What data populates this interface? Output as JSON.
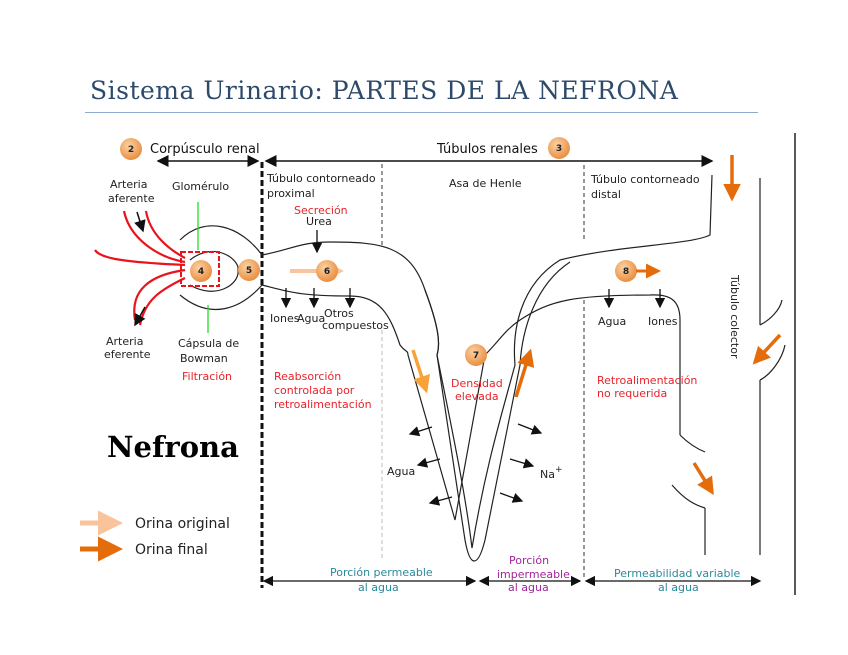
{
  "title": "Sistema Urinario: PARTES DE LA NEFRONA",
  "sections": {
    "corpusculo": {
      "badge": "2",
      "label": "Corpúsculo renal"
    },
    "tubulos": {
      "badge": "3",
      "label": "Túbulos renales"
    }
  },
  "segments": {
    "proximal": [
      "Túbulo contorneado",
      "proximal"
    ],
    "henle": "Asa de Henle",
    "distal": [
      "Túbulo contorneado",
      "distal"
    ],
    "colector": "Túbulo colector"
  },
  "corpuscle_labels": {
    "arteria_aferente": [
      "Arteria",
      "aferente"
    ],
    "arteria_eferente": [
      "Arteria",
      "eferente"
    ],
    "glomerulo": "Glomérulo",
    "capsula": [
      "Cápsula de",
      "Bowman"
    ],
    "filtracion": "Filtración"
  },
  "badges": {
    "b4": "4",
    "b5": "5",
    "b6": "6",
    "b7": "7",
    "b8": "8"
  },
  "proximal_labels": {
    "secrecion": "Secreción",
    "urea": "Urea",
    "iones": "Iones",
    "agua": "Agua",
    "otros": [
      "Otros",
      "compuestos"
    ],
    "reabsorcion": [
      "Reabsorción",
      "controlada por",
      "retroalimentación"
    ]
  },
  "henle_labels": {
    "densidad": [
      "Densidad",
      "elevada"
    ],
    "agua": "Agua",
    "na": "Na",
    "na_sup": "+"
  },
  "distal_labels": {
    "agua": "Agua",
    "iones": "Iones",
    "retro": [
      "Retroalimentación",
      "no requerida"
    ]
  },
  "permeability": {
    "permeable": [
      "Porción permeable",
      "al agua"
    ],
    "impermeable": [
      "Porción",
      "impermeable",
      "al agua"
    ],
    "variable": [
      "Permeabilidad variable",
      "al agua"
    ]
  },
  "nefrona_label": "Nefrona",
  "legend": [
    {
      "label": "Orina original",
      "color": "#f9c39b"
    },
    {
      "label": "Orina final",
      "color": "#e46c0a"
    }
  ],
  "colors": {
    "badge": "#f0a050",
    "red": "#e8232b",
    "orange": "#e46c0a",
    "light_orange": "#f9a23a",
    "teal": "#2a8a9a",
    "purple": "#a0259a",
    "green": "#22dd22"
  }
}
